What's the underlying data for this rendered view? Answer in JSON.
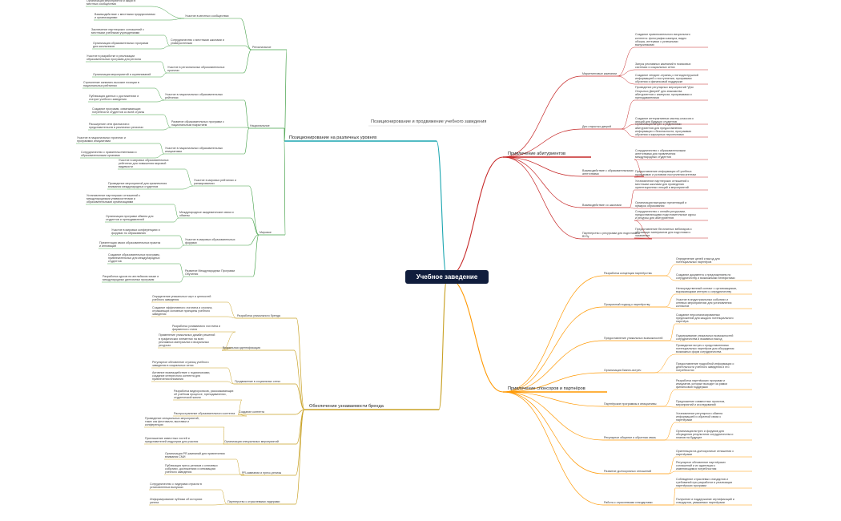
{
  "title": "Позиционирование и продвижение учебного заведения",
  "root": "Учебное заведение",
  "colors": {
    "blue": "#1ba6b0",
    "green": "#43a047",
    "red": "#c62828",
    "orange": "#ff9800",
    "olive": "#c9a227",
    "root_bg": "#101d3c"
  },
  "branches": [
    {
      "key": "b1",
      "text": "Позиционирование на различных уровнях",
      "color": "#1ba6b0",
      "subs": [
        {
          "key": "s1",
          "text": "Региональное",
          "color": "#43a047",
          "mids": [
            {
              "text": "Участие в местных сообществах",
              "leaves": [
                "Организация мероприятий и акций в\nместных сообществах",
                "Взаимодействие с местными предприятиями\nи организациями"
              ]
            },
            {
              "text": "Сотрудничество с местными школами и\nуниверситетами",
              "leaves": [
                "Заключение партнерских соглашений с\nместными учебными учреждениями",
                "Организация образовательных программ\nдля школьников"
              ]
            },
            {
              "text": "Участие в региональных образовательных\nпроектах",
              "leaves": [
                "Участие в разработке и реализации\nобразовательных программ для региона",
                "Организация мероприятий и соревнований"
              ]
            }
          ]
        },
        {
          "key": "s2",
          "text": "Национальное",
          "color": "#43a047",
          "mids": [
            {
              "text": "Участие в национальных образовательных\nрейтингах",
              "leaves": [
                "Стремление занимать высокие позиции в\nнациональных рейтингах",
                "Публикация данных о достижениях и\nстатусе учебного заведения"
              ]
            },
            {
              "text": "Развитие образовательных программ с\nнациональным покрытием",
              "leaves": [
                "Создание программ, охватывающих\nпотребности студентов со всей страны",
                "Расширение сети филиалов и\nпредставительств в различных регионах"
              ]
            },
            {
              "text": "Участие в национальных образовательных\nинициативах",
              "leaves": [
                "Участие в национальных проектах и\nпрограммах инициативах",
                "Сотрудничество с правительственными и\nобразовательными органами"
              ]
            }
          ]
        },
        {
          "key": "s3",
          "text": "Мировое",
          "color": "#43a047",
          "mids": [
            {
              "text": "Участие в мировых рейтингах и\nранжированиях",
              "leaves": [
                "Участие в мировых образовательных\nрейтингах для повышения мировой\nвидимости",
                "Проведение мероприятий для привлечения\nвнимания международных студентов"
              ]
            },
            {
              "text": "Международные академические связи и\nобмены",
              "leaves": [
                "Установление партнерских отношений с\nмеждународными университетами и\nобразовательными организациями",
                "Организация программ обмена для\nстудентов и преподавателей"
              ]
            },
            {
              "text": "Участие в мировых образовательных\nфорумах",
              "leaves": [
                "Участие в мировых конференциях и\nфорумах по образованию",
                "Презентация своих образовательных практик\nи инноваций"
              ]
            },
            {
              "text": "Развитие Международных Программ\nОбучения",
              "leaves": [
                "Создание образовательных программ,\nпривлекательных для международных\nстудентов",
                "Разработка курсов на английском языке и\nмеждународных дипломных программ"
              ]
            }
          ]
        }
      ]
    },
    {
      "key": "b2",
      "text": "Обеспечение узнаваемости бренда",
      "color": "#c9a227",
      "subs": [
        {
          "key": "s4",
          "text": "Разработка уникального бренда",
          "color": "#c9a227",
          "leaves": [
            "Определение уникальных черт и ценностей\nучебного заведения",
            "Создание эффективного логотипа и слогана,\nотражающих основные принципы учебного\nзаведения"
          ]
        },
        {
          "key": "s5",
          "text": "Визуальная идентификация",
          "color": "#c9a227",
          "leaves": [
            "Разработка узнаваемого логотипа и\nфирменного стиля",
            "Применение уникальных дизайн решений\nв графических элементах на всех\nрекламных материалах и визуальных\nресурсах"
          ]
        },
        {
          "key": "s6",
          "text": "Продвижение в социальных сетях",
          "color": "#c9a227",
          "leaves": [
            "Регулярное обновление страниц учебного\nзаведения в социальных сетях",
            "Активное взаимодействие с подписчиками,\nсоздание интересного контента для\nпривлечения внимания"
          ]
        },
        {
          "key": "s7",
          "text": "Создание контента",
          "color": "#c9a227",
          "leaves": [
            "Разработка видеороликов, рассказывающих\nоб учебном процессе, преподавателях,\nстуденческой жизни",
            "Распространение образовательного контента"
          ]
        },
        {
          "key": "s8",
          "text": "Организация специальных мероприятий",
          "color": "#c9a227",
          "leaves": [
            "Проведение специальных мероприятий,\nтаких как фестивали, выставки и\nконференции",
            "Приглашение известных гостей и\nпредставителей индустрии для участия"
          ]
        },
        {
          "key": "s9",
          "text": "PR-кампании и пресс-релизы",
          "color": "#c9a227",
          "leaves": [
            "Организация PR-кампаний для привлечения\nвнимания СМИ",
            "Публикация пресс-релизов о ключевых\nсобытиях, достижениях и инновациях\nучебного заведения"
          ]
        },
        {
          "key": "s10",
          "text": "Партнерство с отраслевыми лидерами",
          "color": "#c9a227",
          "leaves": [
            "Сотрудничество с лидерами отрасли в\nустановленных выпусках",
            "Информирование публики об историях\nуспеха"
          ]
        }
      ]
    },
    {
      "key": "b3",
      "text": "Привлечение абитуриентов",
      "color": "#c62828",
      "subs": [
        {
          "key": "s11",
          "text": "Маркетинговые кампании",
          "color": "#c62828",
          "leaves": [
            "Создание привлекательного визуального\nконтента: фотографии кампуса, видео\nобзоры, интервью с успешными\nвыпускниками",
            "Запуск рекламных кампаний в поисковых\nсистемах и социальных сетях",
            "Создание лендинг-страниц с пятиоднструшной\nинформацией о поступлении, программах\nобучения и финансовой поддержке"
          ]
        },
        {
          "key": "s12",
          "text": "Дни открытых дверей",
          "color": "#c62828",
          "leaves": [
            "Проведение регулярных мероприятий \"Дни\nОткрытых Дверей\" для знакомства\nабитуриентов с кампусом, программами и\nпреподавателями",
            "Создание интерактивных мастер-классов и\nлекций для будущих студентов",
            "Организация встреч с родителями\nабитуриентов для предоставления\nинформации о безопасности, программах\nобучения и карьерных перспективах"
          ]
        },
        {
          "key": "s13",
          "text": "Взаимодействие с образовательными\nагентствами",
          "color": "#c62828",
          "leaves": [
            "Сотрудничество с образовательными\nагентствами для привлечения\nмеждународных студентов",
            "Предоставление информации об учебных\nпрограммах и условиях поступления агентам"
          ]
        },
        {
          "key": "s14",
          "text": "Взаимодействие со школами",
          "color": "#c62828",
          "leaves": [
            "Установление партнерских отношений с\nместными школами для проведения\nориентационных лекций и мероприятий",
            "Организация выездных презентаций и\nярмарок образования"
          ]
        },
        {
          "key": "s15",
          "text": "Партнерство с ресурсами для подготовки к\nВУЗу",
          "color": "#c62828",
          "leaves": [
            "Сотрудничество с онлайн-ресурсами,\nпредоставляющими подготовительные курсы\nи ресурсы для абитуриентов",
            "Предоставление бесплатных вебинаров и\nобучающих материалов для подготовки к\nэкзаменам"
          ]
        }
      ]
    },
    {
      "key": "b4",
      "text": "Привлечение спонсоров и партнёров",
      "color": "#ff9800",
      "subs": [
        {
          "key": "s16",
          "text": "Разработка концепции партнёрства",
          "color": "#ff9800",
          "leaves": [
            "Определение целей и выгод для\nпотенциальных партнёров",
            "Создание документа с предложением по\nсотрудничеству и возможными бенефитами"
          ]
        },
        {
          "key": "s17",
          "text": "Прозрачный подход к партнёрству",
          "color": "#ff9800",
          "leaves": [
            "Непосредственный контакт с организациями,\nвыражающими интерес к сотрудничеству",
            "Участие в индустриальных событиях и\nсетевых мероприятиях для установления\nконтактов"
          ]
        },
        {
          "key": "s18",
          "text": "Предоставление уникальных возможностей",
          "color": "#ff9800",
          "leaves": [
            "Создание персонализированных\nпредложений для каждого потенциального\nпартнёра",
            "Подчеркивание уникальных возможностей\nсотрудничества и взаимных выгод"
          ]
        },
        {
          "key": "s19",
          "text": "Организация бизнес-встреч",
          "color": "#ff9800",
          "leaves": [
            "Проведение встреч с представителями\nпотенциальных партнёров для обсуждения\nвозможных форм сотрудничества",
            "Предоставление подробной информации о\nдеятельности учебного заведения и его\nпотребностях"
          ]
        },
        {
          "key": "s20",
          "text": "Партнёрские программы и инициативы",
          "color": "#ff9800",
          "leaves": [
            "Разработка партнёрских программ и\nинициатив, которые выходят за рамки\nфинансовой поддержки",
            "Предложение совместных проектов,\nмероприятий и исследований"
          ]
        },
        {
          "key": "s21",
          "text": "Регулярное общение и обратная связь",
          "color": "#ff9800",
          "leaves": [
            "Установление регулярного обмена\nинформацией и обратной связи с\nпартнёрами",
            "Организация встреч и форумов для\nобсуждения результатов сотрудничества и\nпланов на будущее"
          ]
        },
        {
          "key": "s22",
          "text": "Развитие долгосрочных отношений",
          "color": "#ff9800",
          "leaves": [
            "Ориентация на долгосрочные отношения с\nпартнёрами",
            "Регулярное обновление партнёрских\nсоглашений и их адаптация к\nизменяющимся потребностям"
          ]
        },
        {
          "key": "s23",
          "text": "Работа с отраслевыми стандартами",
          "color": "#ff9800",
          "leaves": [
            "Соблюдение отраслевых стандартов и\nтребований при разработке и реализации\nпартнёрских программ",
            "Получение и поддержание сертификаций и\nстандартов, уважаемых партнёрами"
          ]
        }
      ]
    }
  ]
}
